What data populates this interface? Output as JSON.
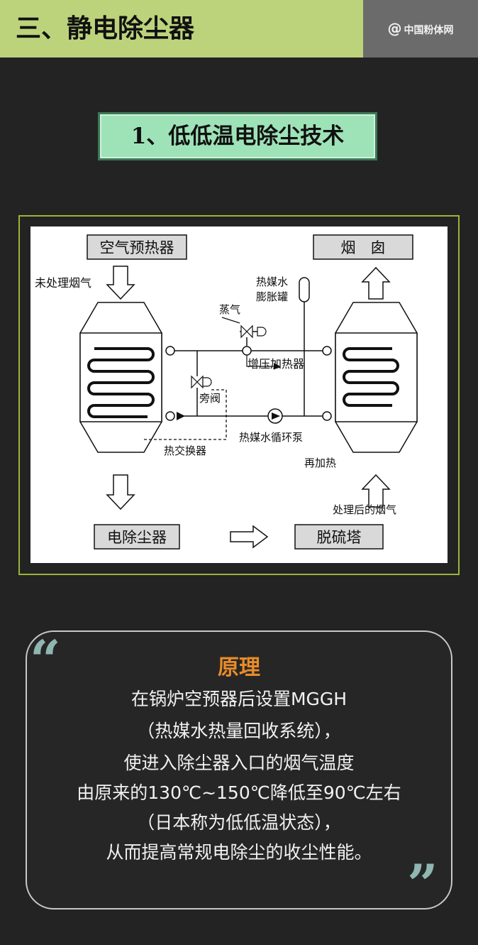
{
  "header": {
    "title": "三、静电除尘器",
    "brand_icon": "at-icon",
    "brand": "中国粉体网"
  },
  "section": {
    "title": "1、低低温电除尘技术"
  },
  "diagram": {
    "air_preheater": "空气预热器",
    "chimney": "烟　囱",
    "untreated_gas": "未处理烟气",
    "heat_medium_water": "热媒水",
    "expansion_tank": "膨胀罐",
    "steam": "蒸气",
    "booster_heater": "增压加热器",
    "bypass_valve": "旁阀",
    "circulation_pump": "热媒水循环泵",
    "heat_exchanger": "热交换器",
    "reheat": "再加热",
    "treated_gas": "处理后的烟气",
    "electrostatic_precipitator": "电除尘器",
    "desulfurization_tower": "脱硫塔"
  },
  "principle": {
    "title": "原理",
    "lines": [
      "在锅炉空预器后设置MGGH",
      "（热媒水热量回收系统），",
      "使进入除尘器入口的烟气温度",
      "由原来的130℃~150℃降低至90℃左右",
      "（日本称为低低温状态），",
      "从而提高常规电除尘的收尘性能。"
    ],
    "quote_open": "“",
    "quote_close": "”"
  },
  "colors": {
    "header_bg": "#bcd37c",
    "brand_bg": "#6b6b6b",
    "accent_orange": "#e88c2a",
    "section_bg": "#9ee3b8",
    "frame_green": "#9bb43a"
  }
}
